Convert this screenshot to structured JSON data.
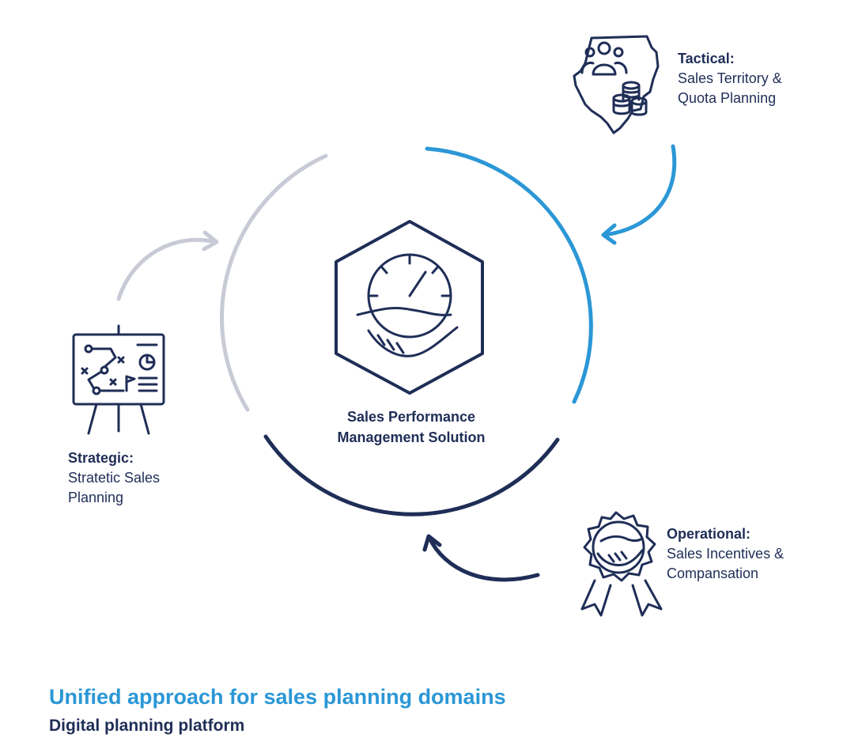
{
  "diagram": {
    "center_label": "Sales Performance\nManagement Solution",
    "nodes": {
      "strategic": {
        "heading": "Strategic:",
        "body": "Stratetic Sales\nPlanning"
      },
      "tactical": {
        "heading": "Tactical:",
        "body": "Sales Territory &\nQuota Planning"
      },
      "operational": {
        "heading": "Operational:",
        "body": "Sales Incentives &\nCompansation"
      }
    },
    "colors": {
      "navy": "#1f2e57",
      "blue": "#2b97d6",
      "gray": "#c8cbd6"
    },
    "icons": {
      "center": "handshake-speedometer-hexagon-icon",
      "strategic": "strategy-easel-board-icon",
      "tactical": "territory-map-people-coins-icon",
      "operational": "award-ribbon-handshake-icon"
    }
  },
  "footer": {
    "title": "Unified approach for sales planning domains",
    "subtitle": "Digital planning platform"
  }
}
